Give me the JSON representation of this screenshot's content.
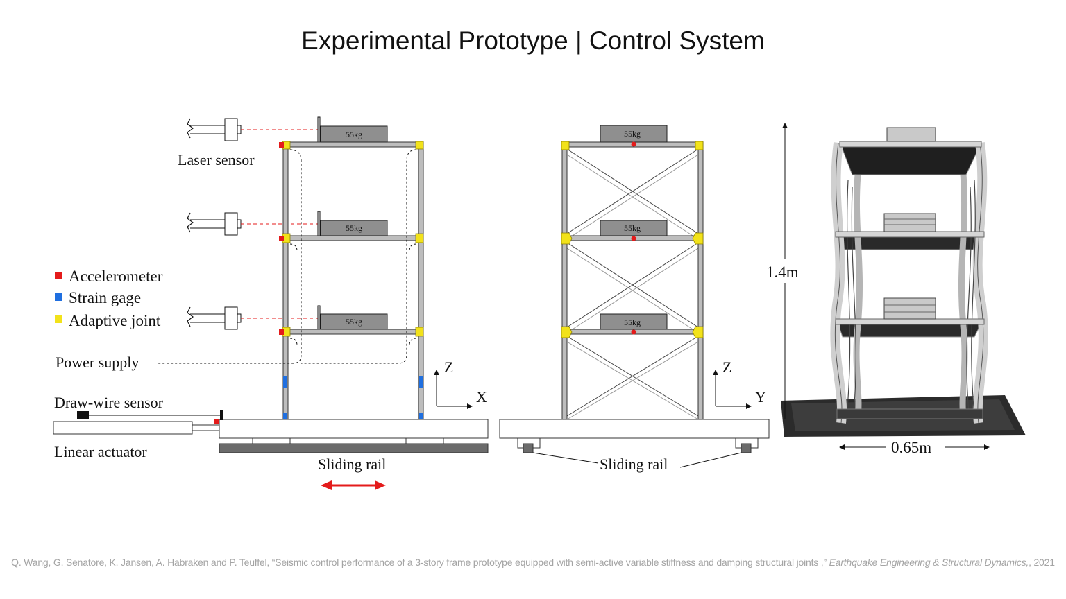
{
  "slide": {
    "title": "Experimental Prototype | Control System"
  },
  "legend": {
    "items": [
      {
        "label": "Accelerometer",
        "color": "#e41b1b"
      },
      {
        "label": "Strain gage",
        "color": "#1f6fe0"
      },
      {
        "label": "Adaptive joint",
        "color": "#f2e21a"
      }
    ]
  },
  "side_view": {
    "laser_sensor": "Laser sensor",
    "power_supply": "Power supply",
    "draw_wire_sensor": "Draw-wire sensor",
    "linear_actuator": "Linear actuator",
    "sliding_rail": "Sliding rail",
    "masses": [
      "55kg",
      "55kg",
      "55kg"
    ],
    "axis_z": "Z",
    "axis_x": "X"
  },
  "front_view": {
    "sliding_rail": "Sliding rail",
    "masses": [
      "55kg",
      "55kg",
      "55kg"
    ],
    "axis_z": "Z",
    "axis_y": "Y"
  },
  "photo": {
    "height_label": "1.4m",
    "width_label": "0.65m"
  },
  "citation": {
    "prefix": "Q. Wang, G. Senatore, K. Jansen, A. Habraken and P. Teuffel, “Seismic control performance of a 3-story frame prototype equipped with semi-active variable stiffness and damping structural joints ,” ",
    "journal": "Earthquake Engineering & Structural Dynamics,",
    "suffix": ", 2021"
  }
}
